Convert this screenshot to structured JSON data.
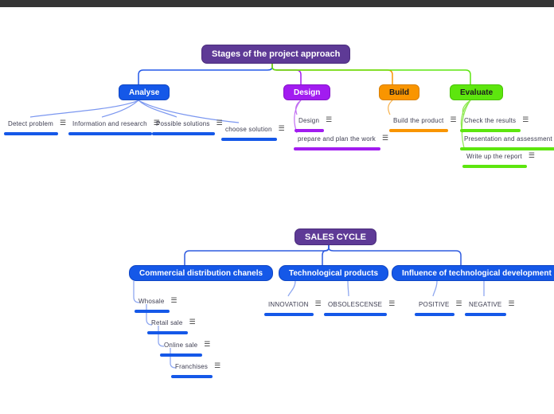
{
  "icons": {
    "menu": "☰"
  },
  "colors": {
    "root_purple": "#5e3a96",
    "branch_blue": "#1558e8",
    "branch_purple": "#a21cf0",
    "branch_orange": "#f99500",
    "branch_green": "#5de60e",
    "top_bar": "#353535",
    "leaf_text": "#3c3c50"
  },
  "maps": [
    {
      "root": {
        "label": "Stages of the project approach"
      },
      "branches": [
        {
          "label": "Analyse",
          "children": [
            {
              "label": "Detect problem"
            },
            {
              "label": "Information and research"
            },
            {
              "label": "Possible solutions"
            },
            {
              "label": "choose solution"
            }
          ]
        },
        {
          "label": "Design",
          "children": [
            {
              "label": "Design"
            },
            {
              "label": "prepare and plan the work"
            }
          ]
        },
        {
          "label": "Build",
          "children": [
            {
              "label": "Build the product"
            }
          ]
        },
        {
          "label": "Evaluate",
          "children": [
            {
              "label": "Check the results"
            },
            {
              "label": "Presentation and assessment"
            },
            {
              "label": "Write up the report"
            }
          ]
        }
      ]
    },
    {
      "root": {
        "label": "SALES CYCLE"
      },
      "branches": [
        {
          "label": "Commercial distribution chanels",
          "children": [
            {
              "label": "Whosale"
            },
            {
              "label": "Retail sale"
            },
            {
              "label": "Online sale"
            },
            {
              "label": "Franchises"
            }
          ]
        },
        {
          "label": "Technological products",
          "children": [
            {
              "label": "INNOVATION"
            },
            {
              "label": "OBSOLESCENSE"
            }
          ]
        },
        {
          "label": "Influence of technological development",
          "children": [
            {
              "label": "POSITIVE"
            },
            {
              "label": "NEGATIVE"
            }
          ]
        }
      ]
    }
  ]
}
